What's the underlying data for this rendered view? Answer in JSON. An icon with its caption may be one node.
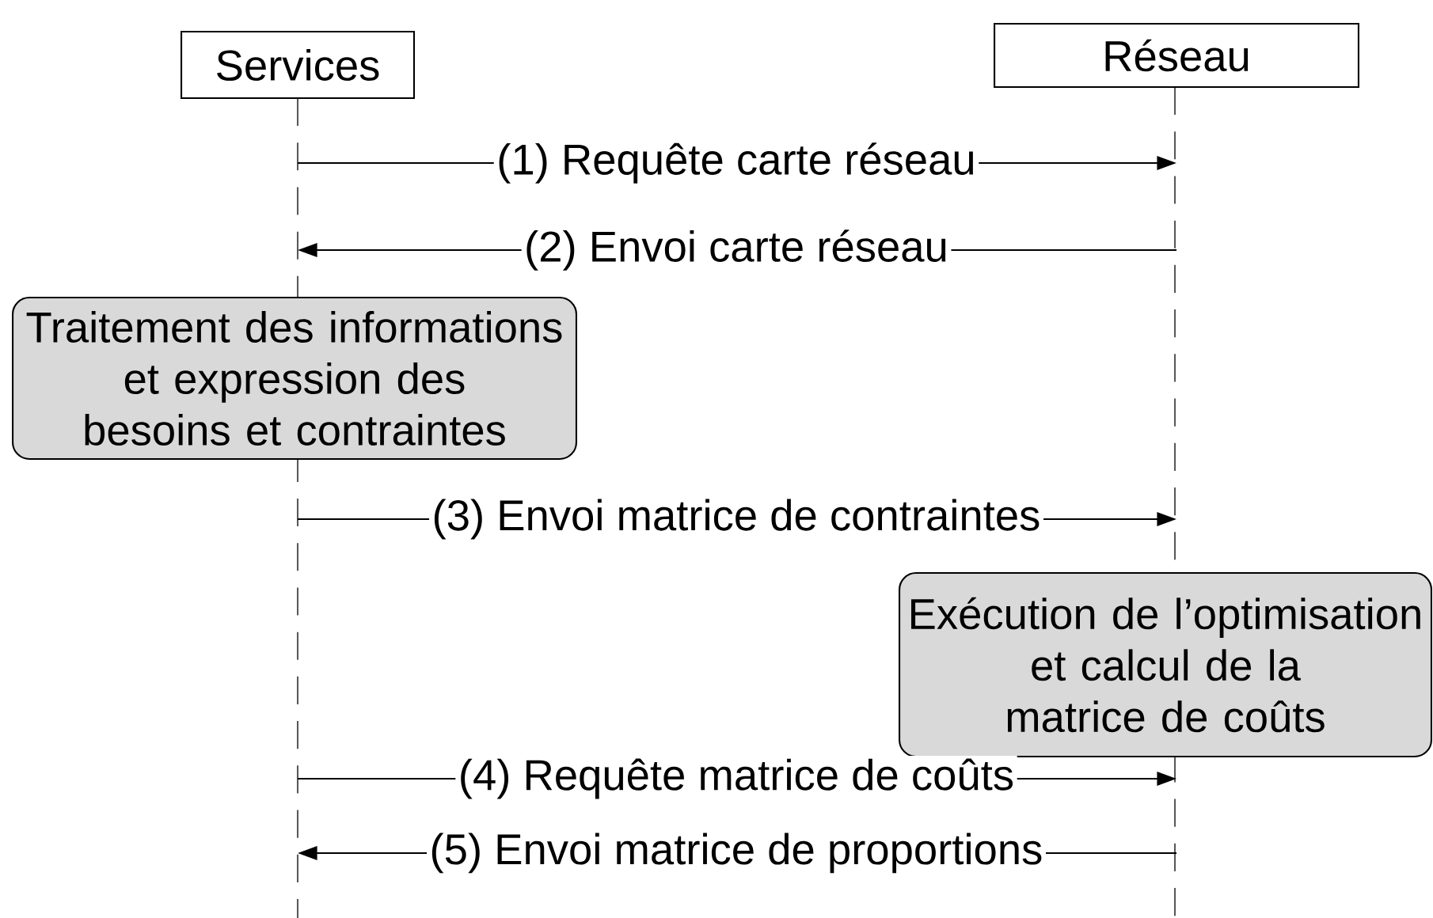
{
  "diagram": {
    "nodes": [
      {
        "text": [
          "Services"
        ]
      },
      {
        "text": [
          "Réseau"
        ]
      },
      {
        "text": [
          "Traitement des informations et expression des besoins et contraintes"
        ]
      },
      {
        "text": [
          "Exécution de l’optimisation et calcul de la matrice de coûts"
        ]
      }
    ],
    "edges": [
      {
        "from": 0,
        "to": 1,
        "arrow": "to",
        "label": "(1) Requête carte réseau"
      },
      {
        "from": 1,
        "to": 0,
        "arrow": "to",
        "label": "(2) Envoi carte réseau"
      },
      {
        "from": 0,
        "to": 1,
        "arrow": "to",
        "label": "(3) Envoi matrice de contraintes"
      },
      {
        "from": 0,
        "to": 1,
        "arrow": "to",
        "label": "(4) Requête matrice de coûts"
      },
      {
        "from": 1,
        "to": 0,
        "arrow": "to",
        "label": "(5) Envoi matrice de proportions"
      }
    ]
  }
}
